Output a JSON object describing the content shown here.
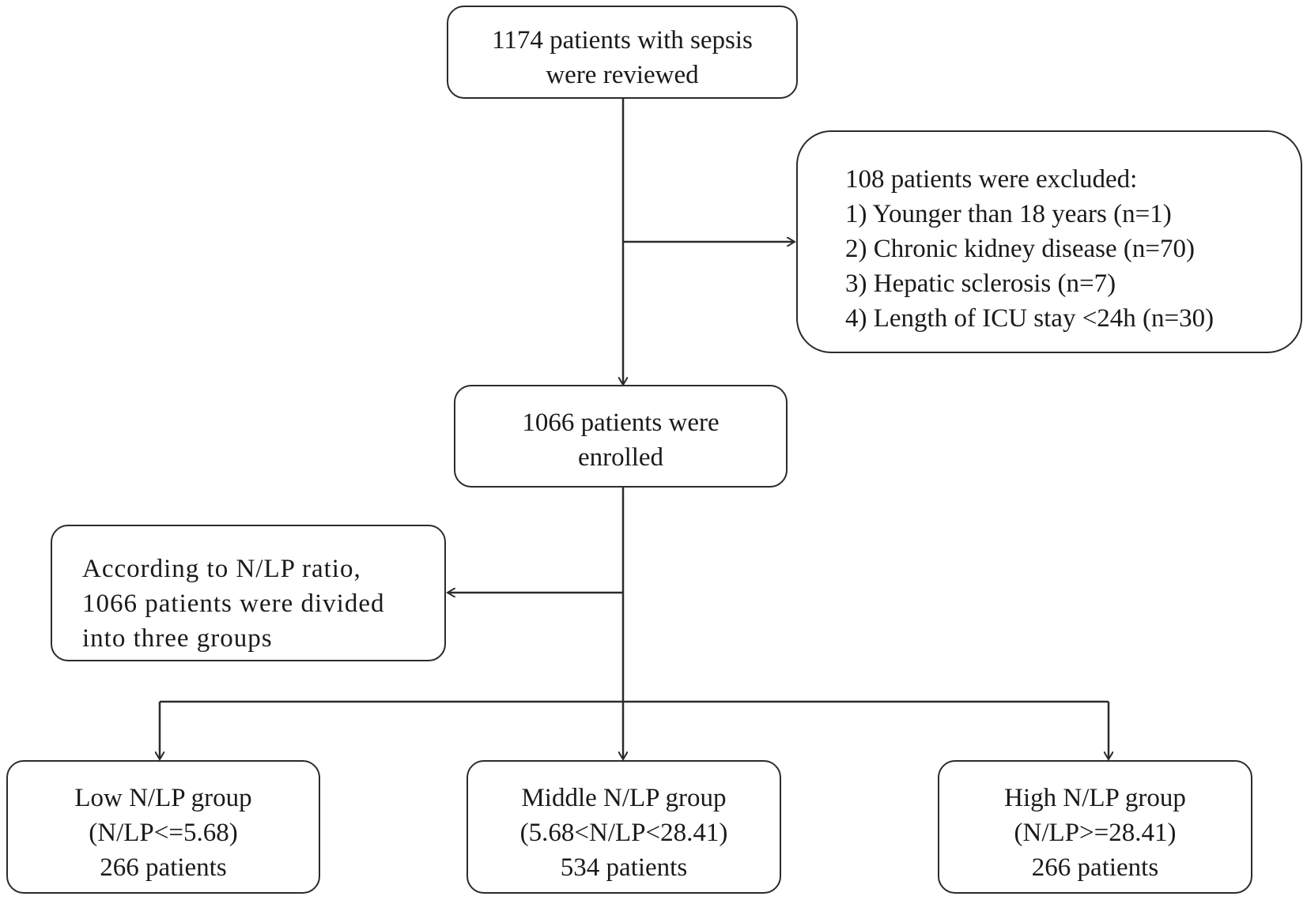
{
  "start": {
    "lines": [
      "1174 patients with sepsis",
      "were reviewed"
    ]
  },
  "excluded": {
    "lines": [
      "108 patients were excluded:",
      "1) Younger than 18 years  (n=1)",
      "2) Chronic kidney disease (n=70)",
      "3) Hepatic sclerosis (n=7)",
      "4) Length of ICU stay <24h (n=30)"
    ]
  },
  "enrolled": {
    "lines": [
      "1066 patients were",
      "enrolled"
    ]
  },
  "division": {
    "lines": [
      "According to N/LP ratio,",
      "1066 patients were divided",
      "into three groups"
    ]
  },
  "groups": [
    {
      "lines": [
        "Low N/LP group",
        "(N/LP<=5.68)",
        "266 patients"
      ]
    },
    {
      "lines": [
        "Middle N/LP group",
        "(5.68<N/LP<28.41)",
        "534 patients"
      ]
    },
    {
      "lines": [
        "High N/LP group",
        "(N/LP>=28.41)",
        "266 patients"
      ]
    }
  ]
}
